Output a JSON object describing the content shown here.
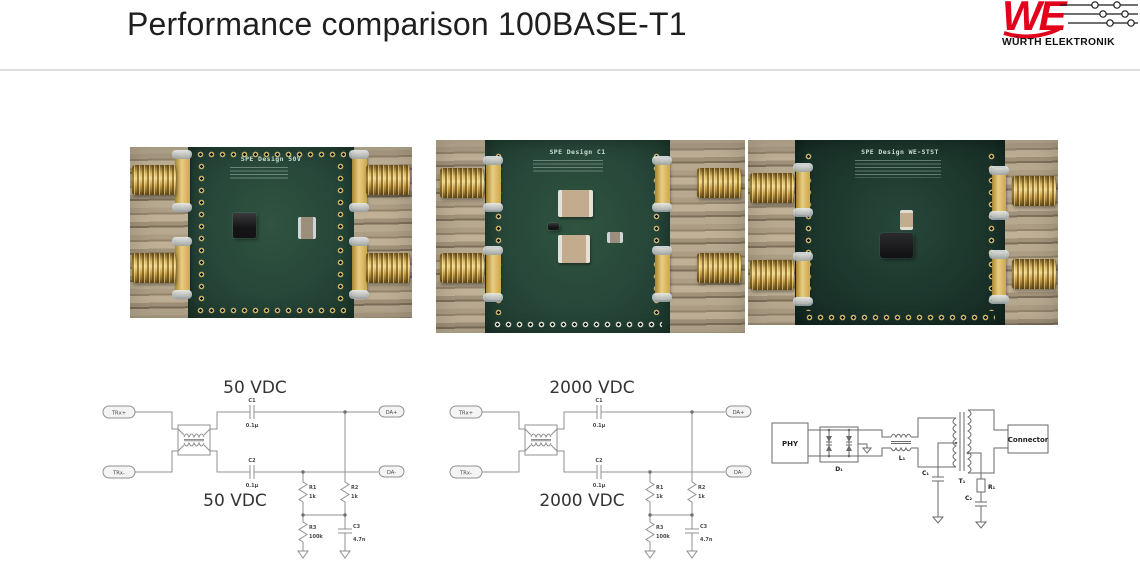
{
  "header": {
    "title": "Performance comparison 100BASE-T1",
    "logo": {
      "monogram": "WE",
      "brand": "WÜRTH ELEKTRONIK"
    }
  },
  "photos": [
    {
      "board_label": "SPE Design 50V"
    },
    {
      "board_label": "SPE Design C1"
    },
    {
      "board_label": "SPE Design WE-STST"
    }
  ],
  "schematics": {
    "variant_50v": {
      "voltage_top": "50 VDC",
      "voltage_bottom": "50 VDC",
      "term_in_plus": "TRx+",
      "term_in_minus": "TRx-",
      "term_out_plus": "DA+",
      "term_out_minus": "DA-",
      "c1_ref": "C1",
      "c1_val": "0.1µ",
      "c2_ref": "C2",
      "c2_val": "0.1µ",
      "r1_ref": "R1",
      "r1_val": "1k",
      "r2_ref": "R2",
      "r2_val": "1k",
      "r3_ref": "R3",
      "r3_val": "100k",
      "c3_ref": "C3",
      "c3_val": "4.7n"
    },
    "variant_2000v": {
      "voltage_top": "2000 VDC",
      "voltage_bottom": "2000 VDC",
      "term_in_plus": "TRx+",
      "term_in_minus": "TRx-",
      "term_out_plus": "DA+",
      "term_out_minus": "DA-",
      "c1_ref": "C1",
      "c1_val": "0.1µ",
      "c2_ref": "C2",
      "c2_val": "0.1µ",
      "r1_ref": "R1",
      "r1_val": "1k",
      "r2_ref": "R2",
      "r2_val": "1k",
      "r3_ref": "R3",
      "r3_val": "100k",
      "c3_ref": "C3",
      "c3_val": "4.7n"
    },
    "variant_we_stst": {
      "phy": "PHY",
      "connector": "Connector",
      "d1": "D₁",
      "l1": "L₁",
      "t1": "T₁",
      "c1": "C₁",
      "c2": "C₂",
      "r1": "R₁"
    }
  },
  "colors": {
    "brand_red": "#e2001a",
    "pcb_green": "#27473a",
    "connector_gold": "#d9b964"
  }
}
